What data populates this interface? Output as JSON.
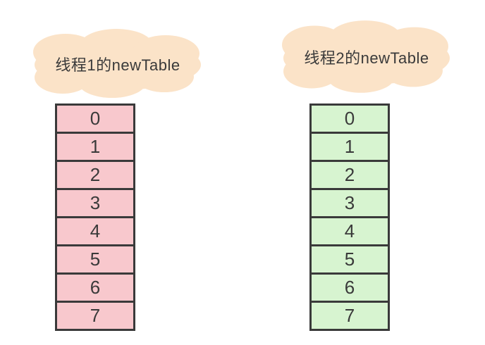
{
  "colors": {
    "page_bg": "#ffffff",
    "cloud": "#fbe3c8",
    "pink": "#f8c8cd",
    "green": "#d7f4d0",
    "border": "#3a3a3a",
    "text": "#3a3a3a"
  },
  "clouds": [
    {
      "label": "线程1的newTable"
    },
    {
      "label": "线程2的newTable"
    }
  ],
  "tables": [
    {
      "title": "thread1-newtable",
      "cells": [
        "0",
        "1",
        "2",
        "3",
        "4",
        "5",
        "6",
        "7"
      ]
    },
    {
      "title": "thread2-newtable",
      "cells": [
        "0",
        "1",
        "2",
        "3",
        "4",
        "5",
        "6",
        "7"
      ]
    }
  ]
}
